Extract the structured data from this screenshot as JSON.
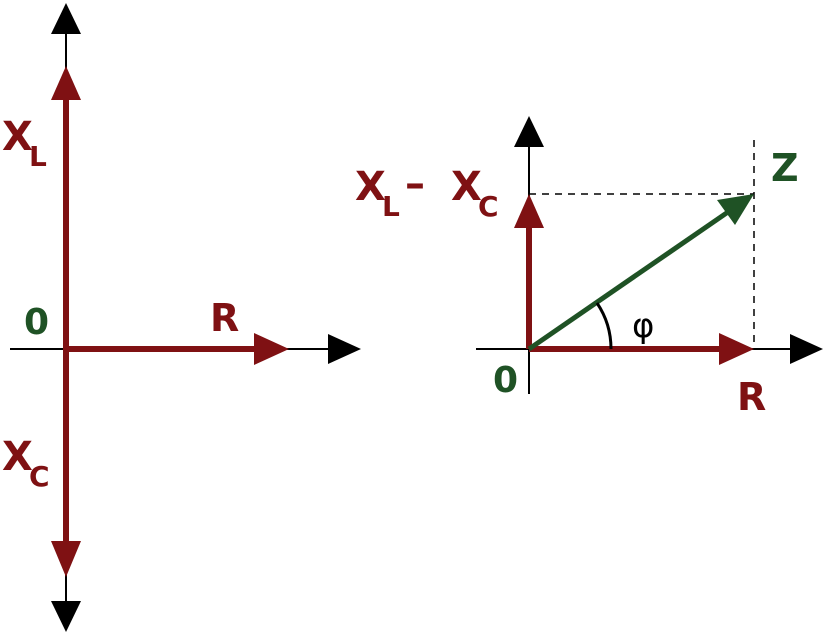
{
  "colors": {
    "resistance": "#7f1113",
    "impedance": "#1f5225",
    "axis": "#000000"
  },
  "left_diagram": {
    "origin_label": "0",
    "r_label": "R",
    "xl_main": "X",
    "xl_sub": "L",
    "xc_main": "X",
    "xc_sub": "C"
  },
  "right_diagram": {
    "origin_label": "0",
    "r_label": "R",
    "z_label": "Z",
    "phi_label": "φ",
    "diff_xl_main": "X",
    "diff_xl_sub": "L",
    "diff_dash": "–",
    "diff_xc_main": "X",
    "diff_xc_sub": "C"
  }
}
